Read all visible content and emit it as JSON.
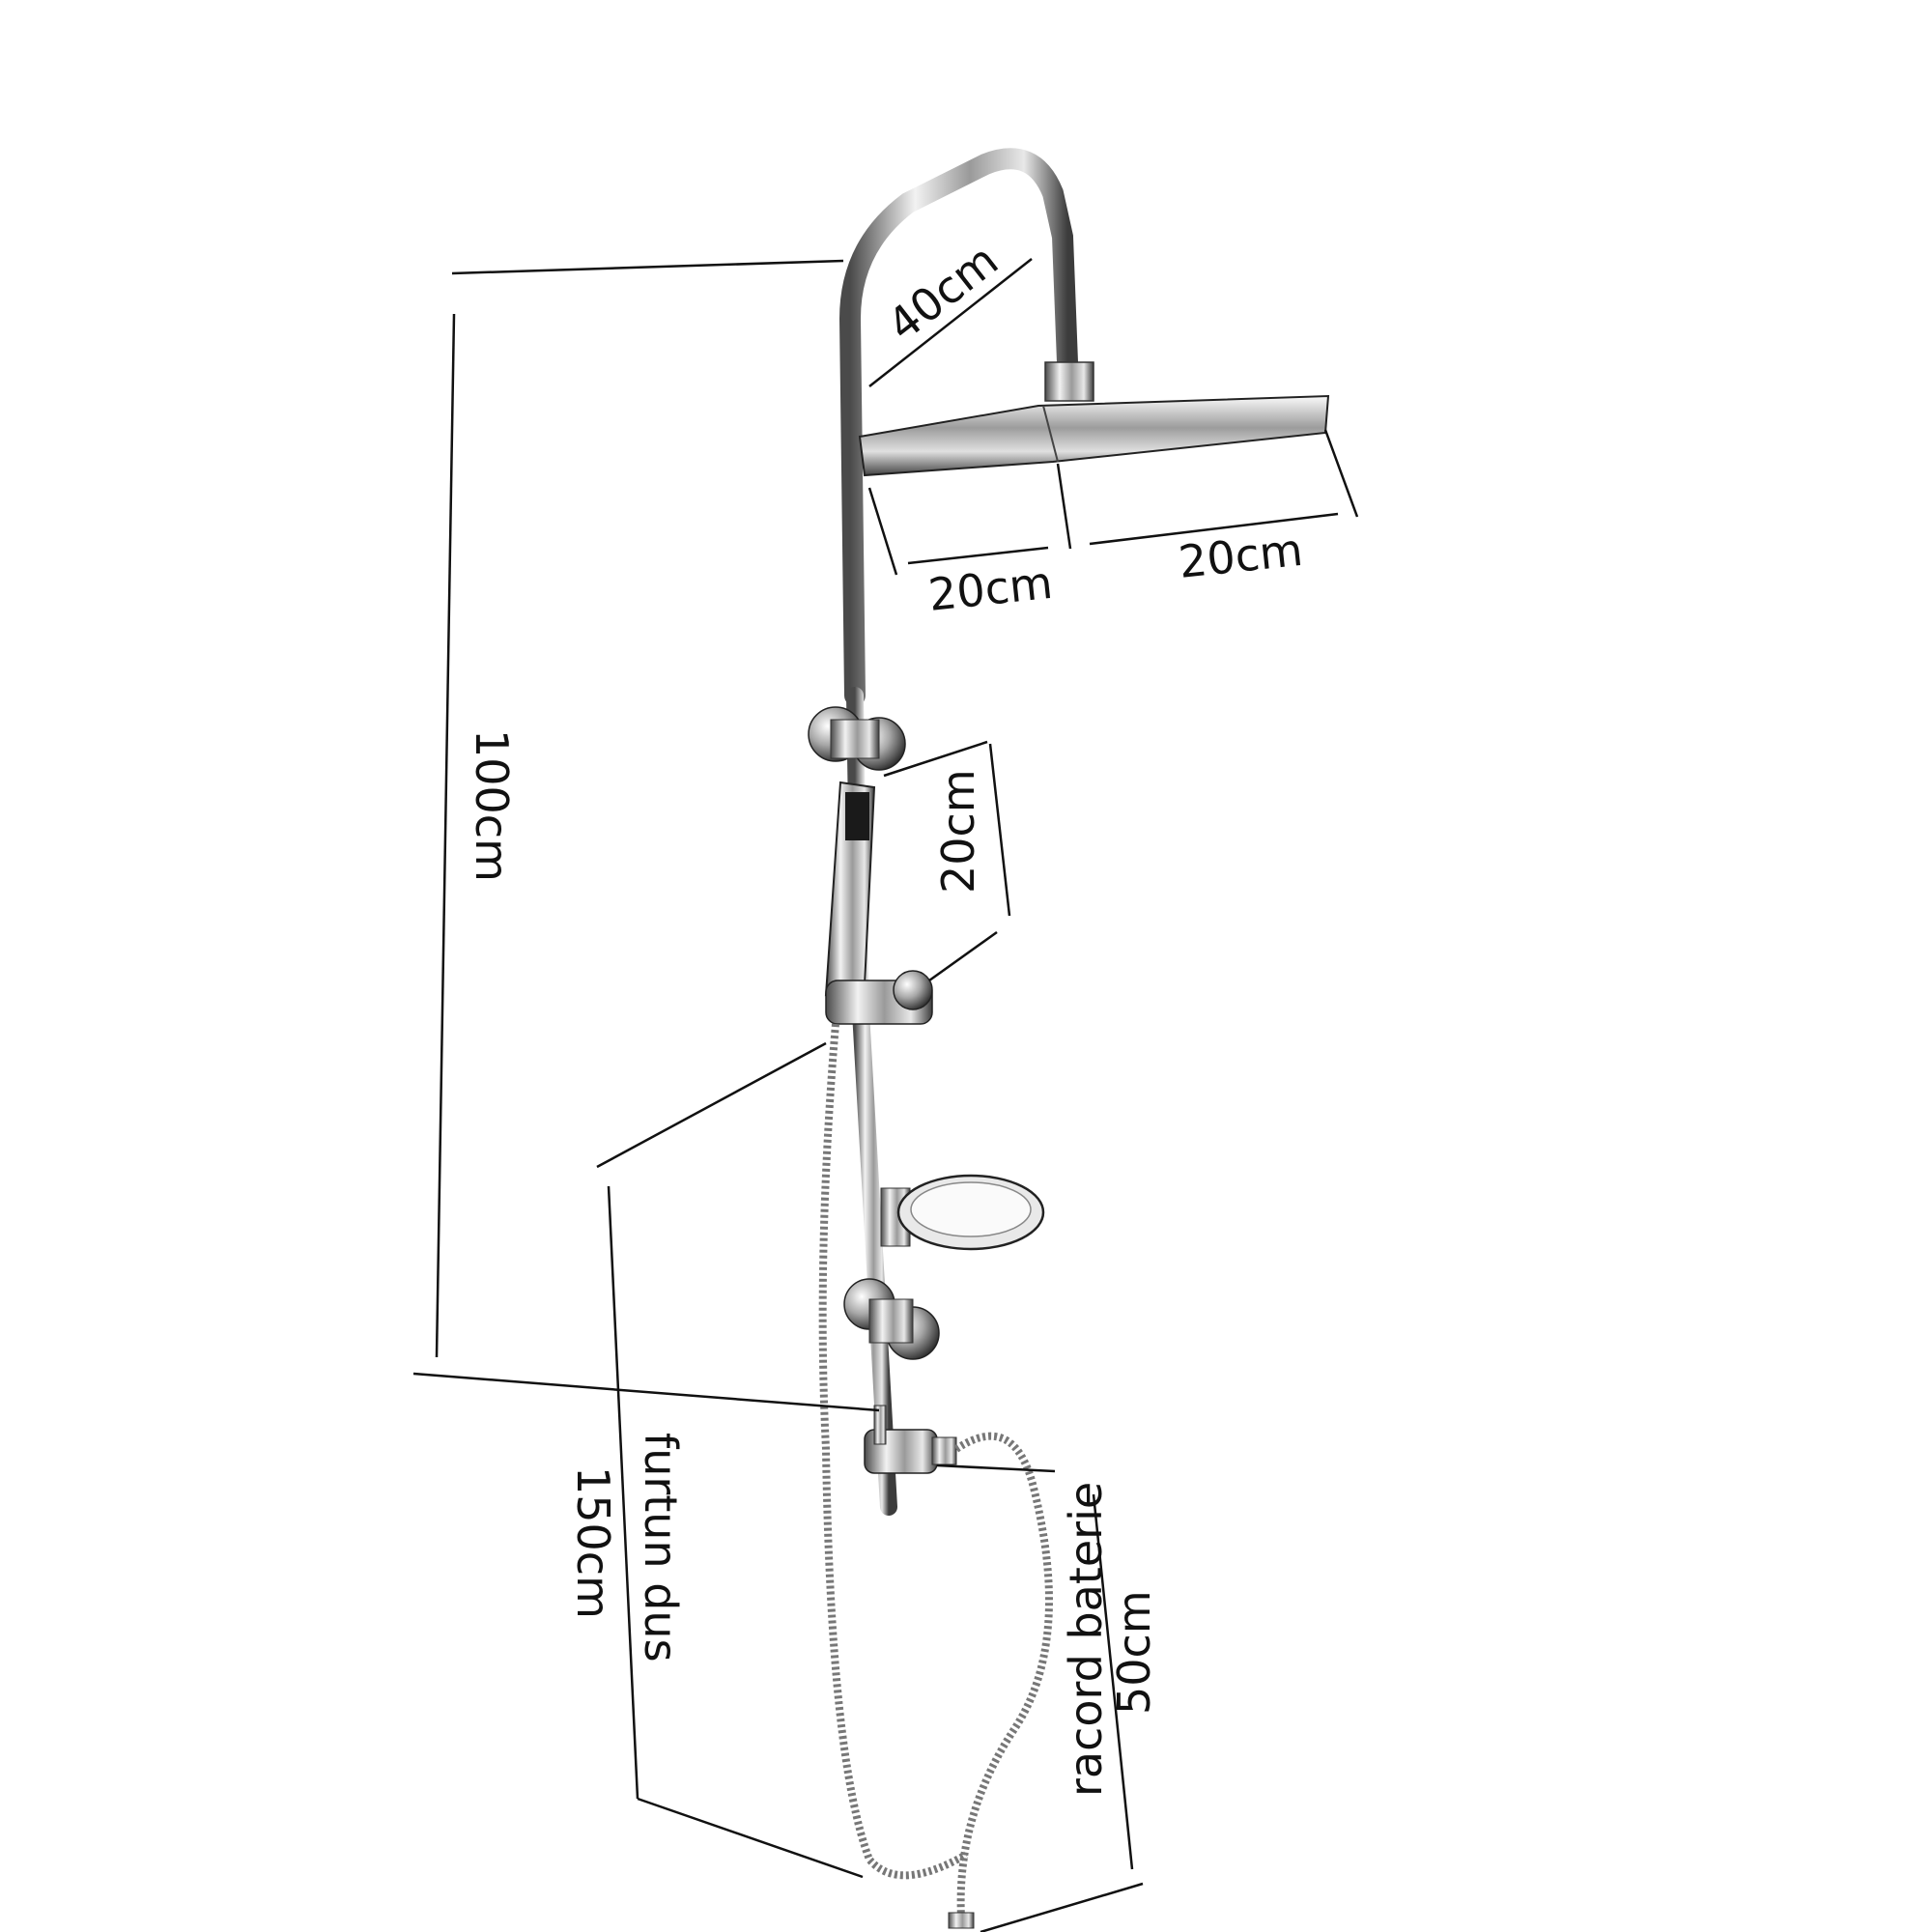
{
  "labels": {
    "arm_length": "40cm",
    "head_width_left": "20cm",
    "head_width_right": "20cm",
    "bar_height": "100cm",
    "handset_length": "20cm",
    "hose_text": "furtun dus",
    "hose_length": "150cm",
    "connector_text": "racord baterie",
    "connector_length": "50cm"
  },
  "colors": {
    "chrome_light": "#f4f4f4",
    "chrome_mid": "#b8b8b8",
    "chrome_dark": "#3a3a3a",
    "line": "#111111"
  }
}
